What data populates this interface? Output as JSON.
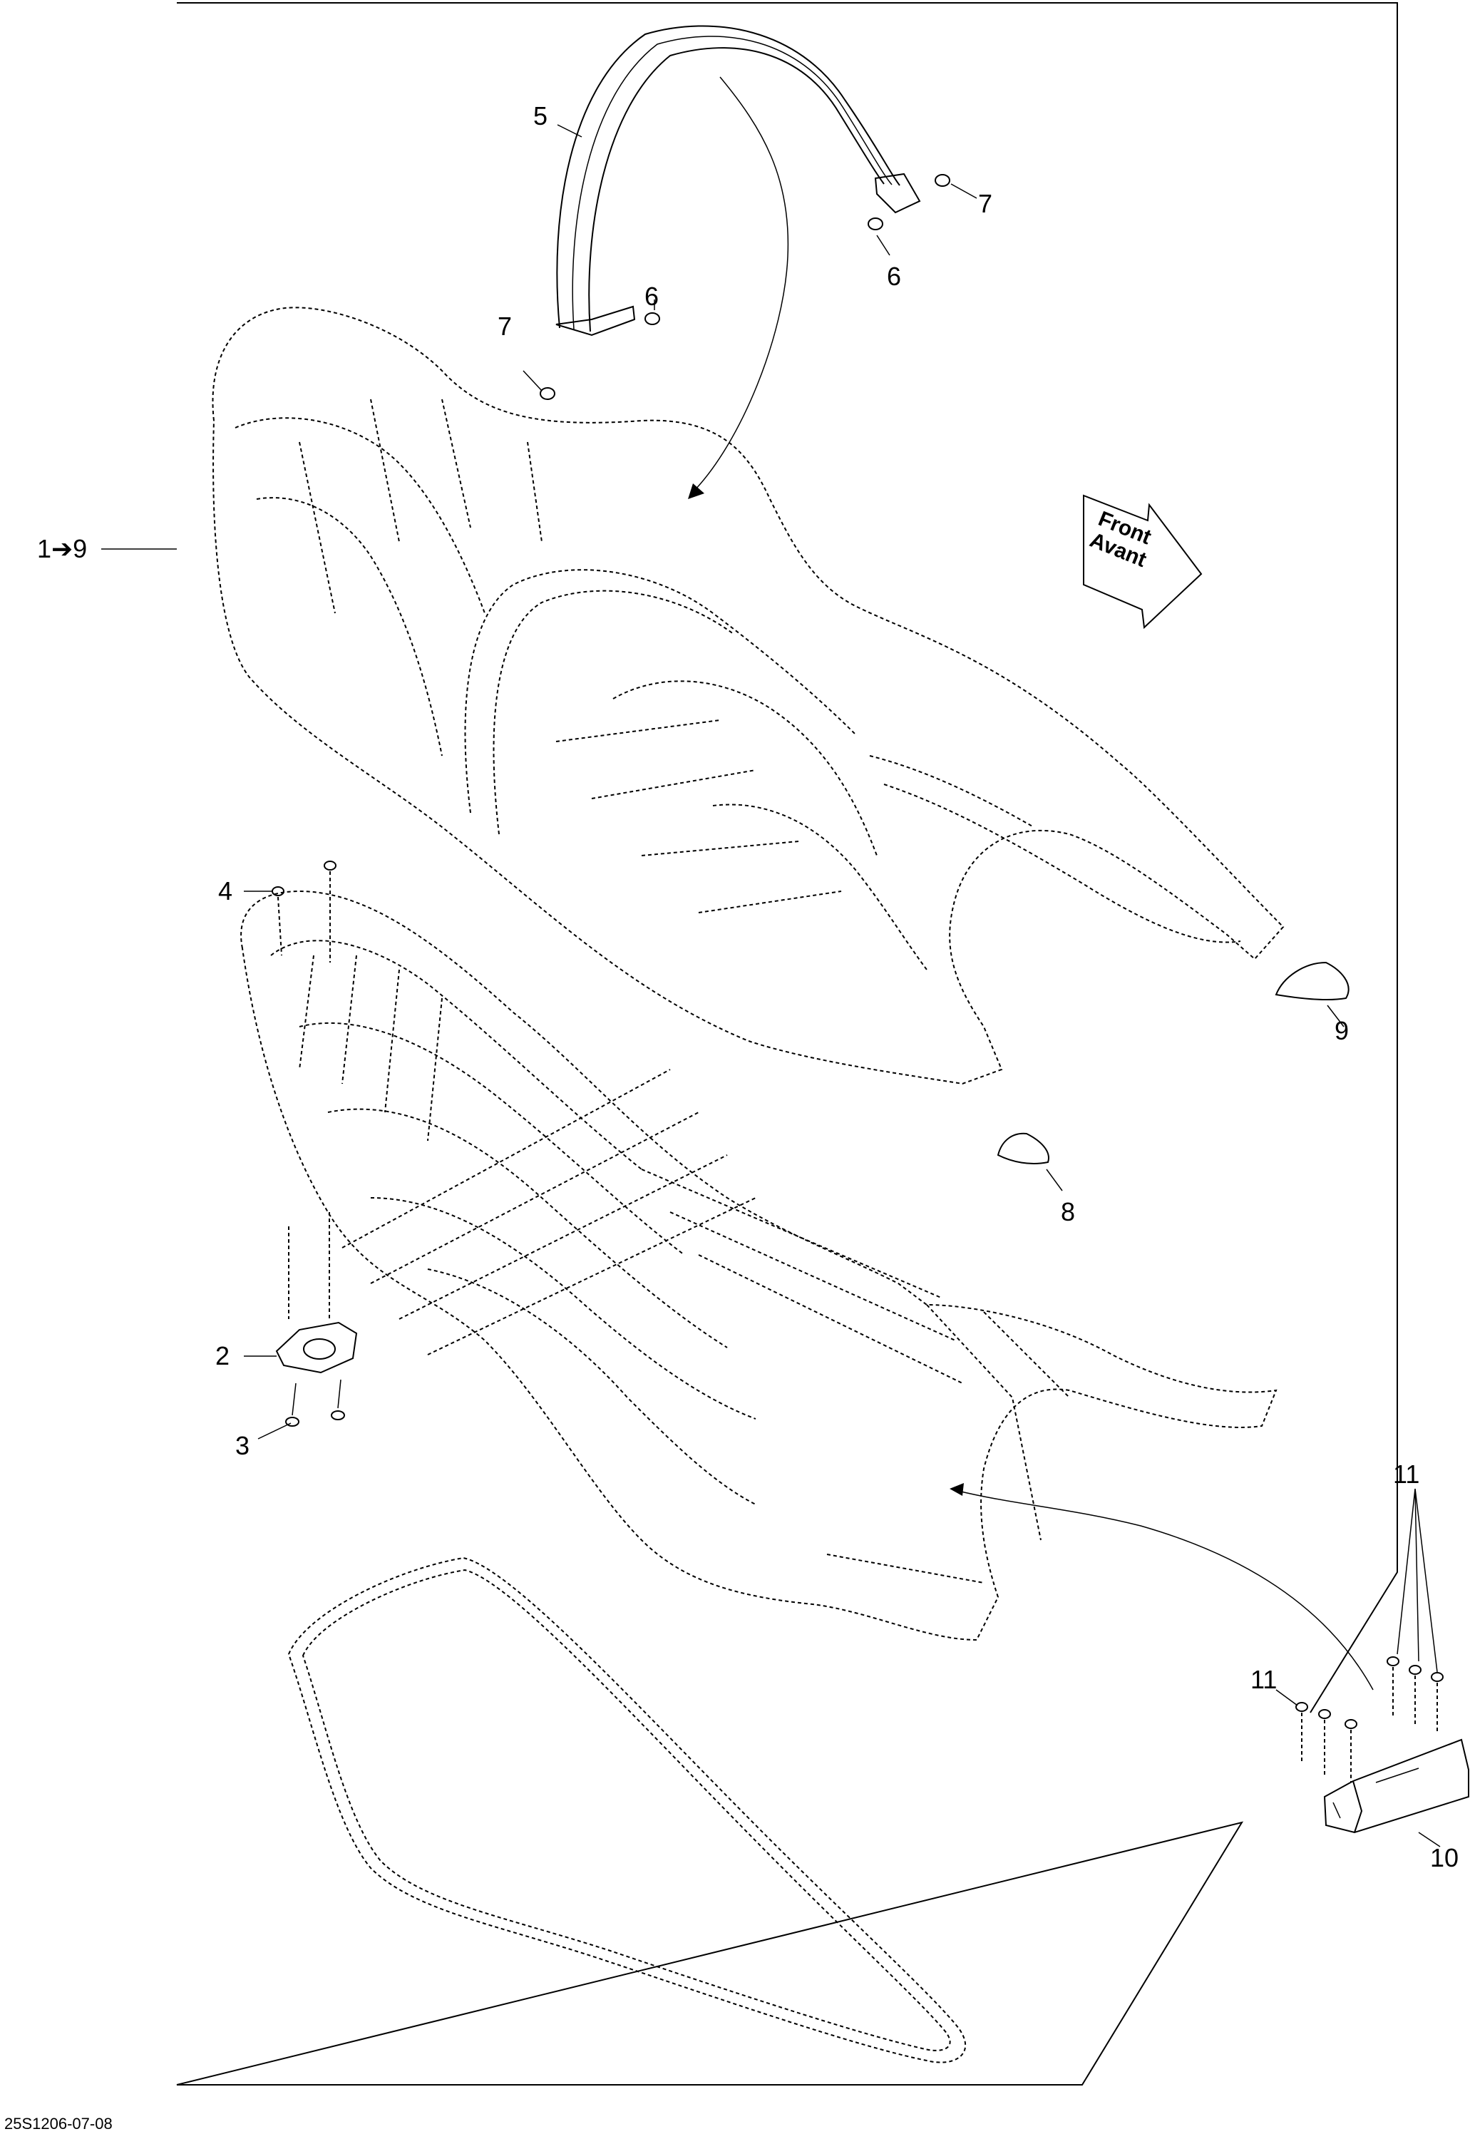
{
  "callouts": {
    "c1_9": "1➔9",
    "c2": "2",
    "c3": "3",
    "c4": "4",
    "c5": "5",
    "c6_top": "6",
    "c6_left": "6",
    "c7_top": "7",
    "c7_left": "7",
    "c8": "8",
    "c9": "9",
    "c10": "10",
    "c11_top": "11",
    "c11_left": "11"
  },
  "front_sign": {
    "line1": "Front",
    "line2": "Avant"
  },
  "doc_reference": "25S1206-07-08"
}
